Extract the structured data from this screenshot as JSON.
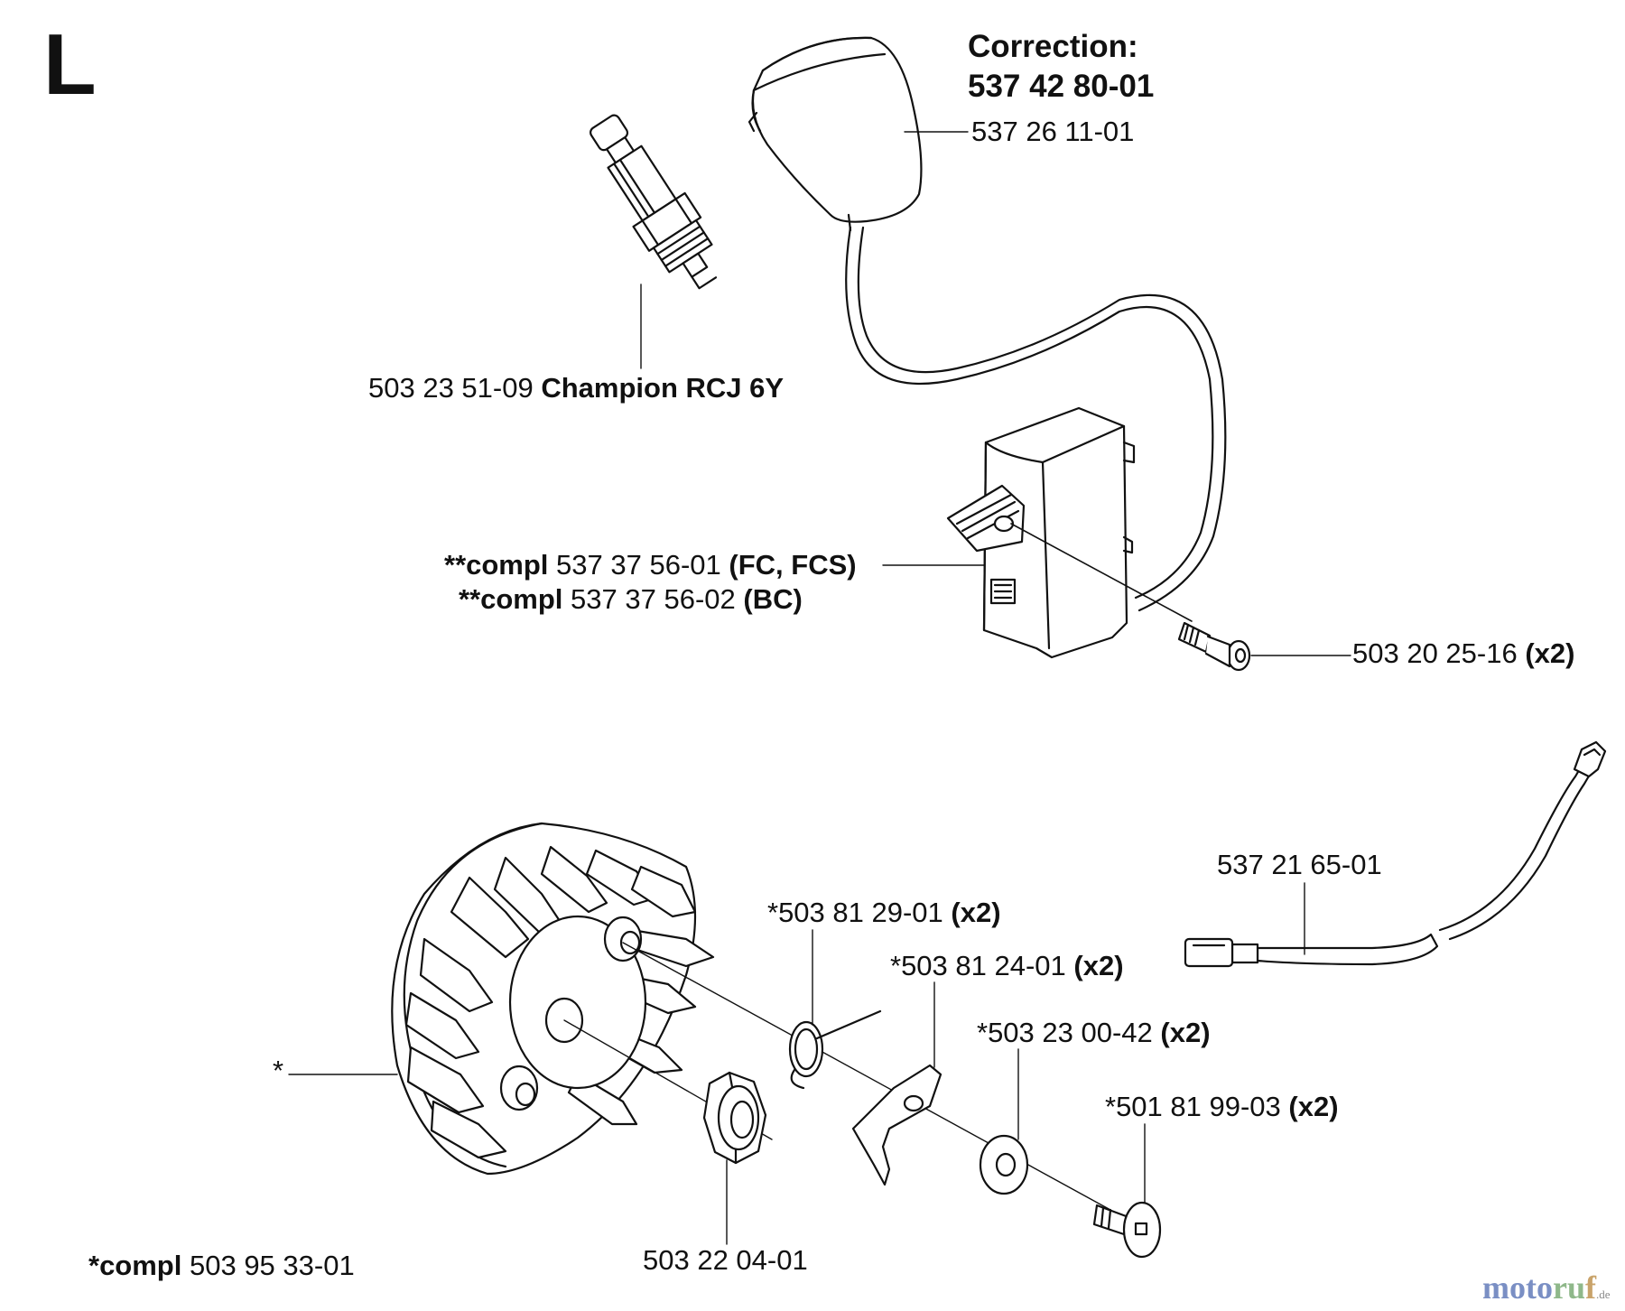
{
  "section_letter": "L",
  "correction": {
    "heading": "Correction:",
    "part_number": "537 42 80-01"
  },
  "labels": {
    "spark_plug_boot": "537 26 11-01",
    "spark_plug_number": "503 23 51-09",
    "spark_plug_name": "Champion RCJ 6Y",
    "ignition_module_1_prefix": "**compl",
    "ignition_module_1_number": "537 37 56-01",
    "ignition_module_1_suffix": "(FC, FCS)",
    "ignition_module_2_prefix": "**compl",
    "ignition_module_2_number": "537 37 56-02",
    "ignition_module_2_suffix": "(BC)",
    "module_screw_number": "503 20 25-16",
    "module_screw_qty": "(x2)",
    "short_circuit_cable": "537 21 65-01",
    "spring_number": "*503 81 29-01",
    "spring_qty": "(x2)",
    "pawl_number": "*503 81 24-01",
    "pawl_qty": "(x2)",
    "washer_number": "*503 23 00-42",
    "washer_qty": "(x2)",
    "pawl_screw_number": "*501 81 99-03",
    "pawl_screw_qty": "(x2)",
    "flywheel_marker": "*",
    "nut": "503 22 04-01",
    "flywheel_compl_prefix": "*compl",
    "flywheel_compl_number": "503 95 33-01"
  },
  "watermark": {
    "part1": "moto",
    "part2": "ru",
    "part3": "f",
    "tld": ".de"
  }
}
